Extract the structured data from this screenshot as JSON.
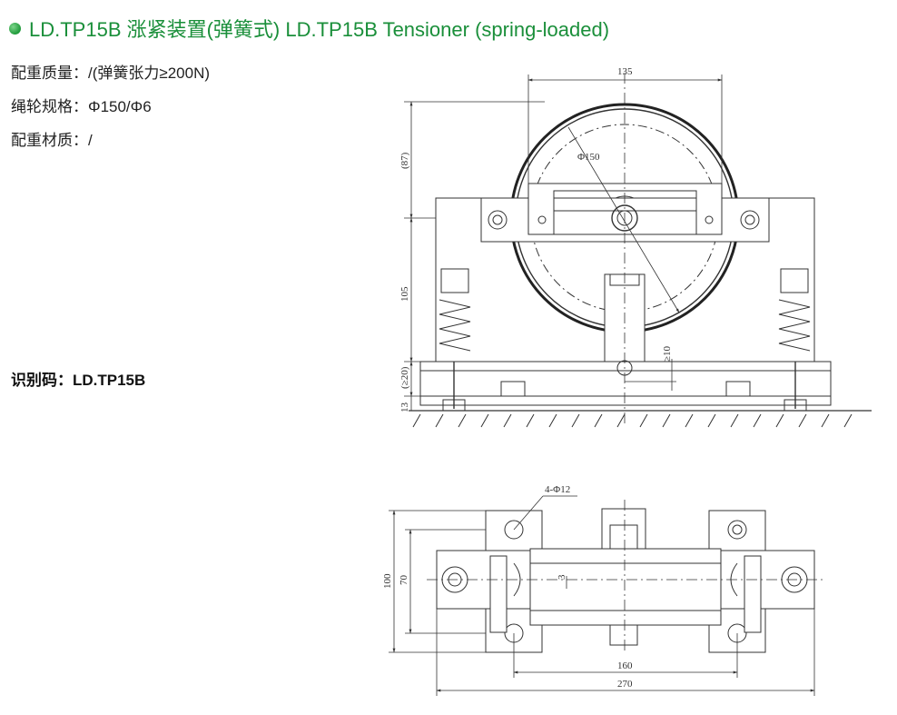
{
  "title": "LD.TP15B 涨紧装置(弹簧式)  LD.TP15B Tensioner (spring-loaded)",
  "specs": [
    "配重质量：/(弹簧张力≥200N)",
    "绳轮规格：Φ150/Φ6",
    "配重材质：/"
  ],
  "code_label": "识别码：LD.TP15B",
  "colors": {
    "title": "#1a8f3a",
    "bullet": "#1f9a3a",
    "line": "#333333"
  },
  "front_view": {
    "dims": {
      "top_width": "135",
      "diameter": "Φ150",
      "height_87": "(87)",
      "height_105": "105",
      "gap_20": "(≥20)",
      "base_13": "13",
      "gap_10": "≥10"
    }
  },
  "top_view": {
    "dims": {
      "holes": "4-Φ12",
      "height_100": "100",
      "height_70": "70",
      "gap_3": "3",
      "width_160": "160",
      "width_270": "270"
    }
  }
}
